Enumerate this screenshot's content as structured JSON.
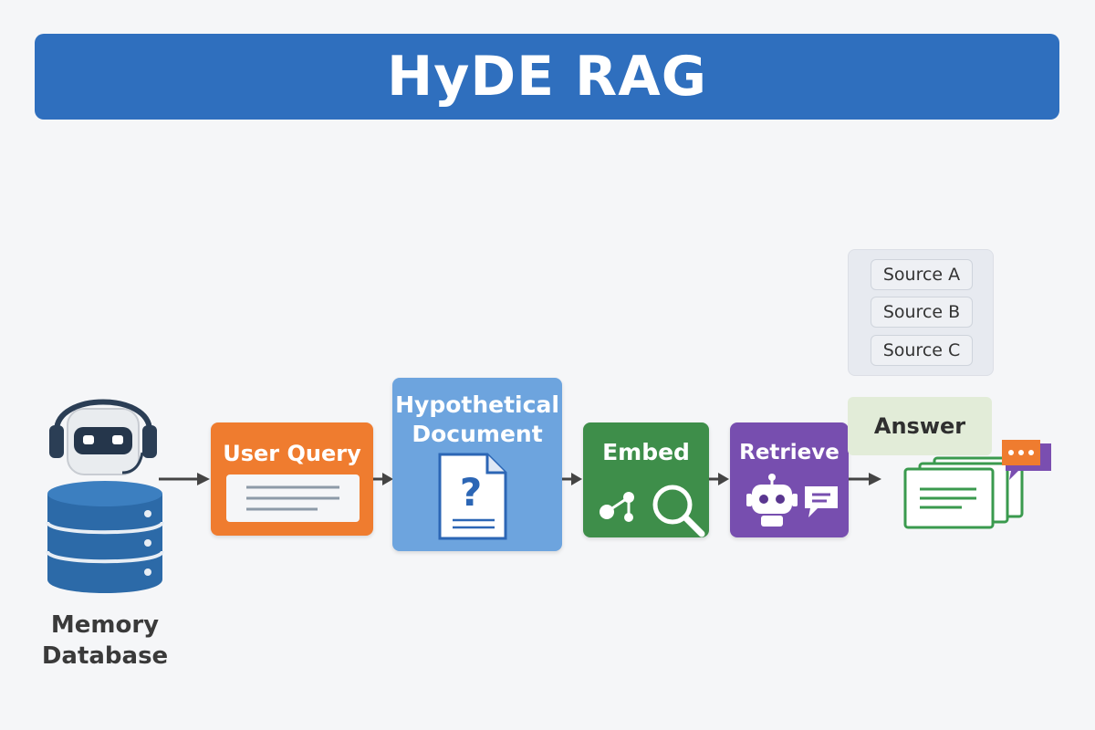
{
  "title": "HyDE RAG",
  "memory": {
    "line1": "Memory",
    "line2": "Database"
  },
  "steps": {
    "query": "User Query",
    "hypo_line1": "Hypothetical",
    "hypo_line2": "Document",
    "embed": "Embed",
    "retrieve": "Retrieve",
    "answer": "Answer"
  },
  "sources": [
    "Source A",
    "Source B",
    "Source C"
  ],
  "colors": {
    "title": "#2f6fbe",
    "query": "#ef7c2f",
    "hypothetical": "#6da4de",
    "embed": "#3e8e4a",
    "retrieve": "#774eaf",
    "database": "#2c6aa8"
  }
}
